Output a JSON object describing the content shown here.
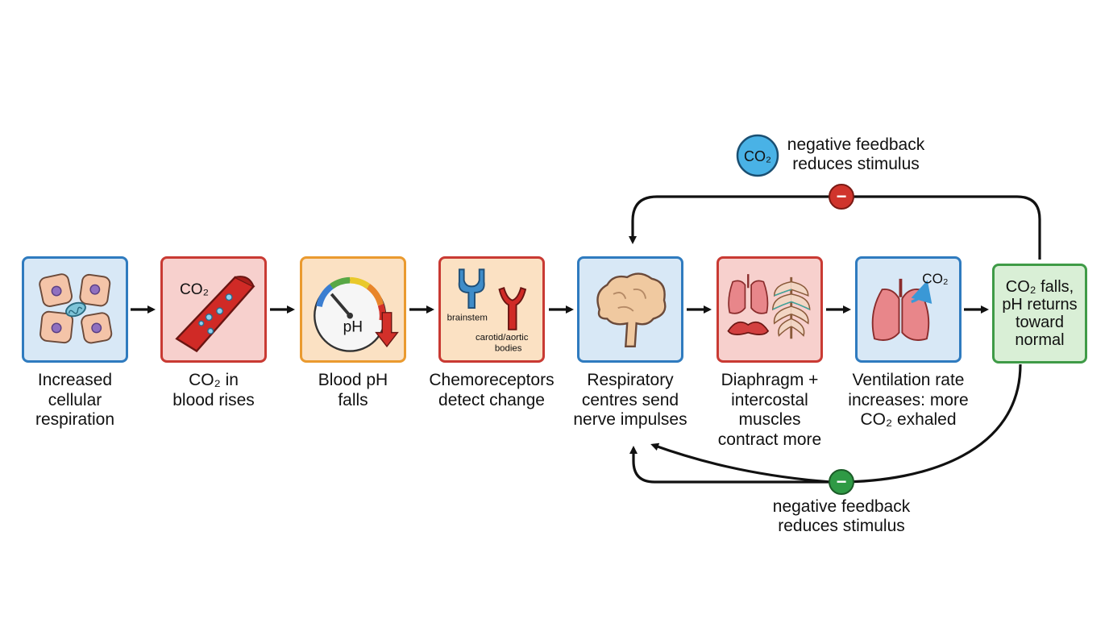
{
  "steps": [
    {
      "caption": [
        "Increased",
        "cellular",
        "respiration"
      ]
    },
    {
      "caption": [
        "CO₂ in",
        "blood rises"
      ],
      "icon_label": "CO₂"
    },
    {
      "caption": [
        "Blood pH",
        "falls"
      ],
      "icon_label": "pH"
    },
    {
      "caption": [
        "Chemoreceptors",
        "detect change"
      ],
      "icon_labels": [
        "brainstem",
        "carotid/aortic",
        "bodies"
      ]
    },
    {
      "caption": [
        "Respiratory",
        "centres send",
        "nerve impulses"
      ]
    },
    {
      "caption": [
        "Diaphragm +",
        "intercostal",
        "muscles",
        "contract more"
      ]
    },
    {
      "caption": [
        "Ventilation rate",
        "increases: more",
        "CO₂ exhaled"
      ],
      "icon_label": "CO₂"
    }
  ],
  "final_step": {
    "lines": [
      "CO₂ falls,",
      "pH returns",
      "toward",
      "normal"
    ]
  },
  "feedback_top": {
    "lines": [
      "negative feedback",
      "reduces stimulus"
    ],
    "icon_label": "CO₂",
    "sign": "−"
  },
  "feedback_bottom": {
    "lines": [
      "negative feedback",
      "reduces stimulus"
    ],
    "sign": "−"
  },
  "colors": {
    "blue": "#2f7bbf",
    "red": "#c93a33",
    "orange": "#ea9a2f",
    "green": "#3f9b47",
    "minus_top": "#d0342c",
    "minus_bottom": "#2f9a45",
    "co2_bubble": "#49b2e6"
  }
}
